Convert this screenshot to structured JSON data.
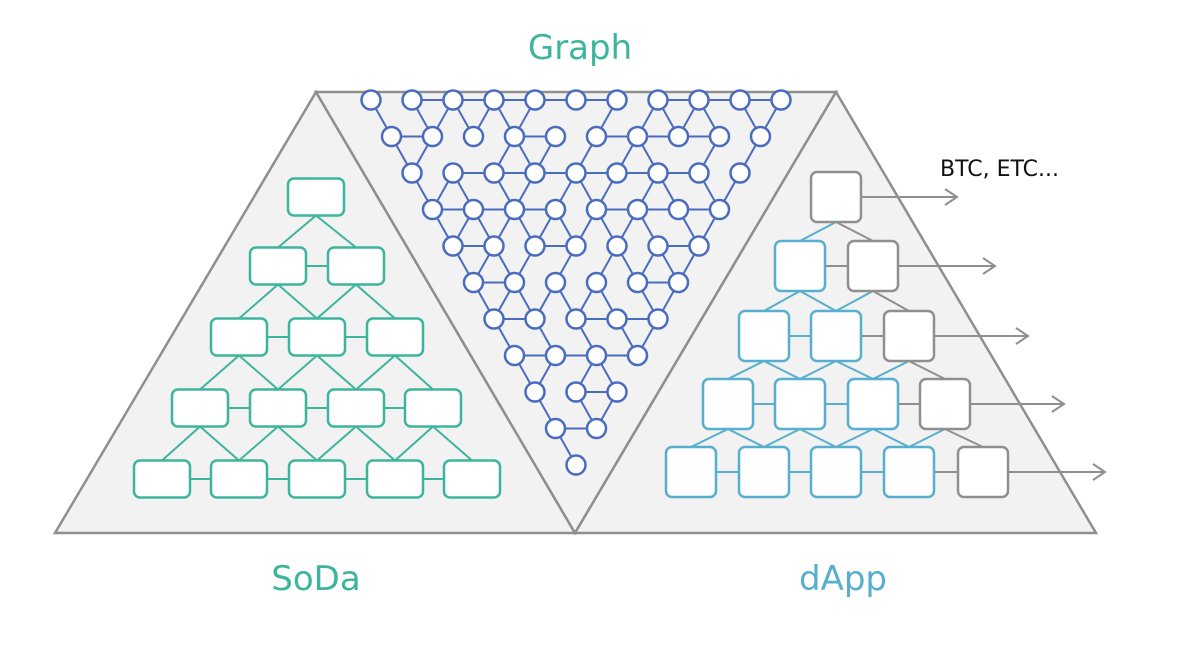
{
  "labels": {
    "top": "Graph",
    "bottom_left": "SoDa",
    "bottom_right": "dApp",
    "annotation": "BTC, ETC..."
  },
  "colors": {
    "soda": "#3db59c",
    "graph": "#4a6cbf",
    "dapp": "#57aecd",
    "chain": "#8f8f8f",
    "outline": "#8f8f8f",
    "panel_fill": "#f2f2f2",
    "annotation": "#111111"
  },
  "sections": {
    "soda_rows": [
      1,
      2,
      3,
      4,
      5
    ],
    "graph_description": "triangular mesh",
    "dapp_rows": [
      {
        "blue": 0,
        "gray": 1
      },
      {
        "blue": 1,
        "gray": 1
      },
      {
        "blue": 2,
        "gray": 1
      },
      {
        "blue": 3,
        "gray": 1
      },
      {
        "blue": 4,
        "gray": 1
      }
    ]
  }
}
